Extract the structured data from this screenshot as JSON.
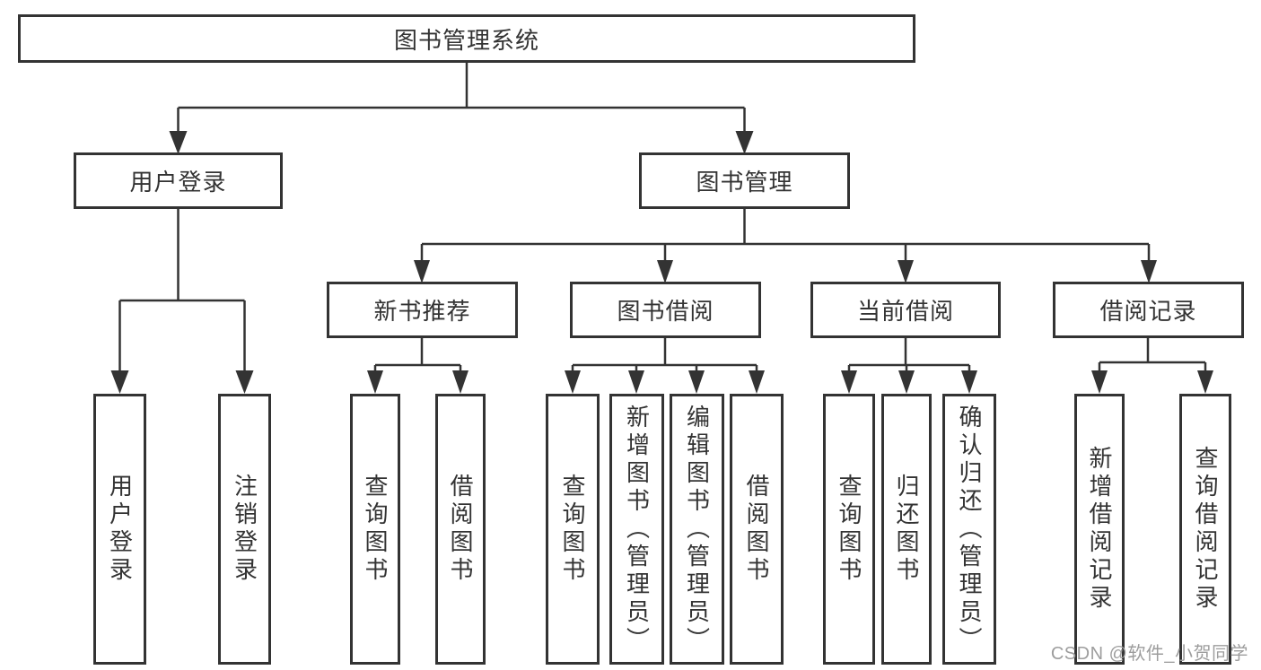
{
  "diagram": {
    "root": {
      "label": "图书管理系统"
    },
    "level2": [
      {
        "label": "用户登录"
      },
      {
        "label": "图书管理"
      }
    ],
    "level3": [
      {
        "label": "新书推荐"
      },
      {
        "label": "图书借阅"
      },
      {
        "label": "当前借阅"
      },
      {
        "label": "借阅记录"
      }
    ],
    "leaves": {
      "user_login": [
        {
          "label": "用户登录"
        },
        {
          "label": "注销登录"
        }
      ],
      "new_book": [
        {
          "label": "查询图书"
        },
        {
          "label": "借阅图书"
        }
      ],
      "book_borrow": [
        {
          "label": "查询图书"
        },
        {
          "label": "新增图书（管理员）"
        },
        {
          "label": "编辑图书（管理员）"
        },
        {
          "label": "借阅图书"
        }
      ],
      "current_borrow": [
        {
          "label": "查询图书"
        },
        {
          "label": "归还图书"
        },
        {
          "label": "确认归还（管理员）"
        }
      ],
      "borrow_records": [
        {
          "label": "新增借阅记录"
        },
        {
          "label": "查询借阅记录"
        }
      ]
    }
  },
  "watermark": {
    "text": "CSDN @软件_小贺同学"
  },
  "colors": {
    "line": "#333333",
    "text": "#333333",
    "watermark": "#9d9d9d",
    "background": "#ffffff"
  }
}
